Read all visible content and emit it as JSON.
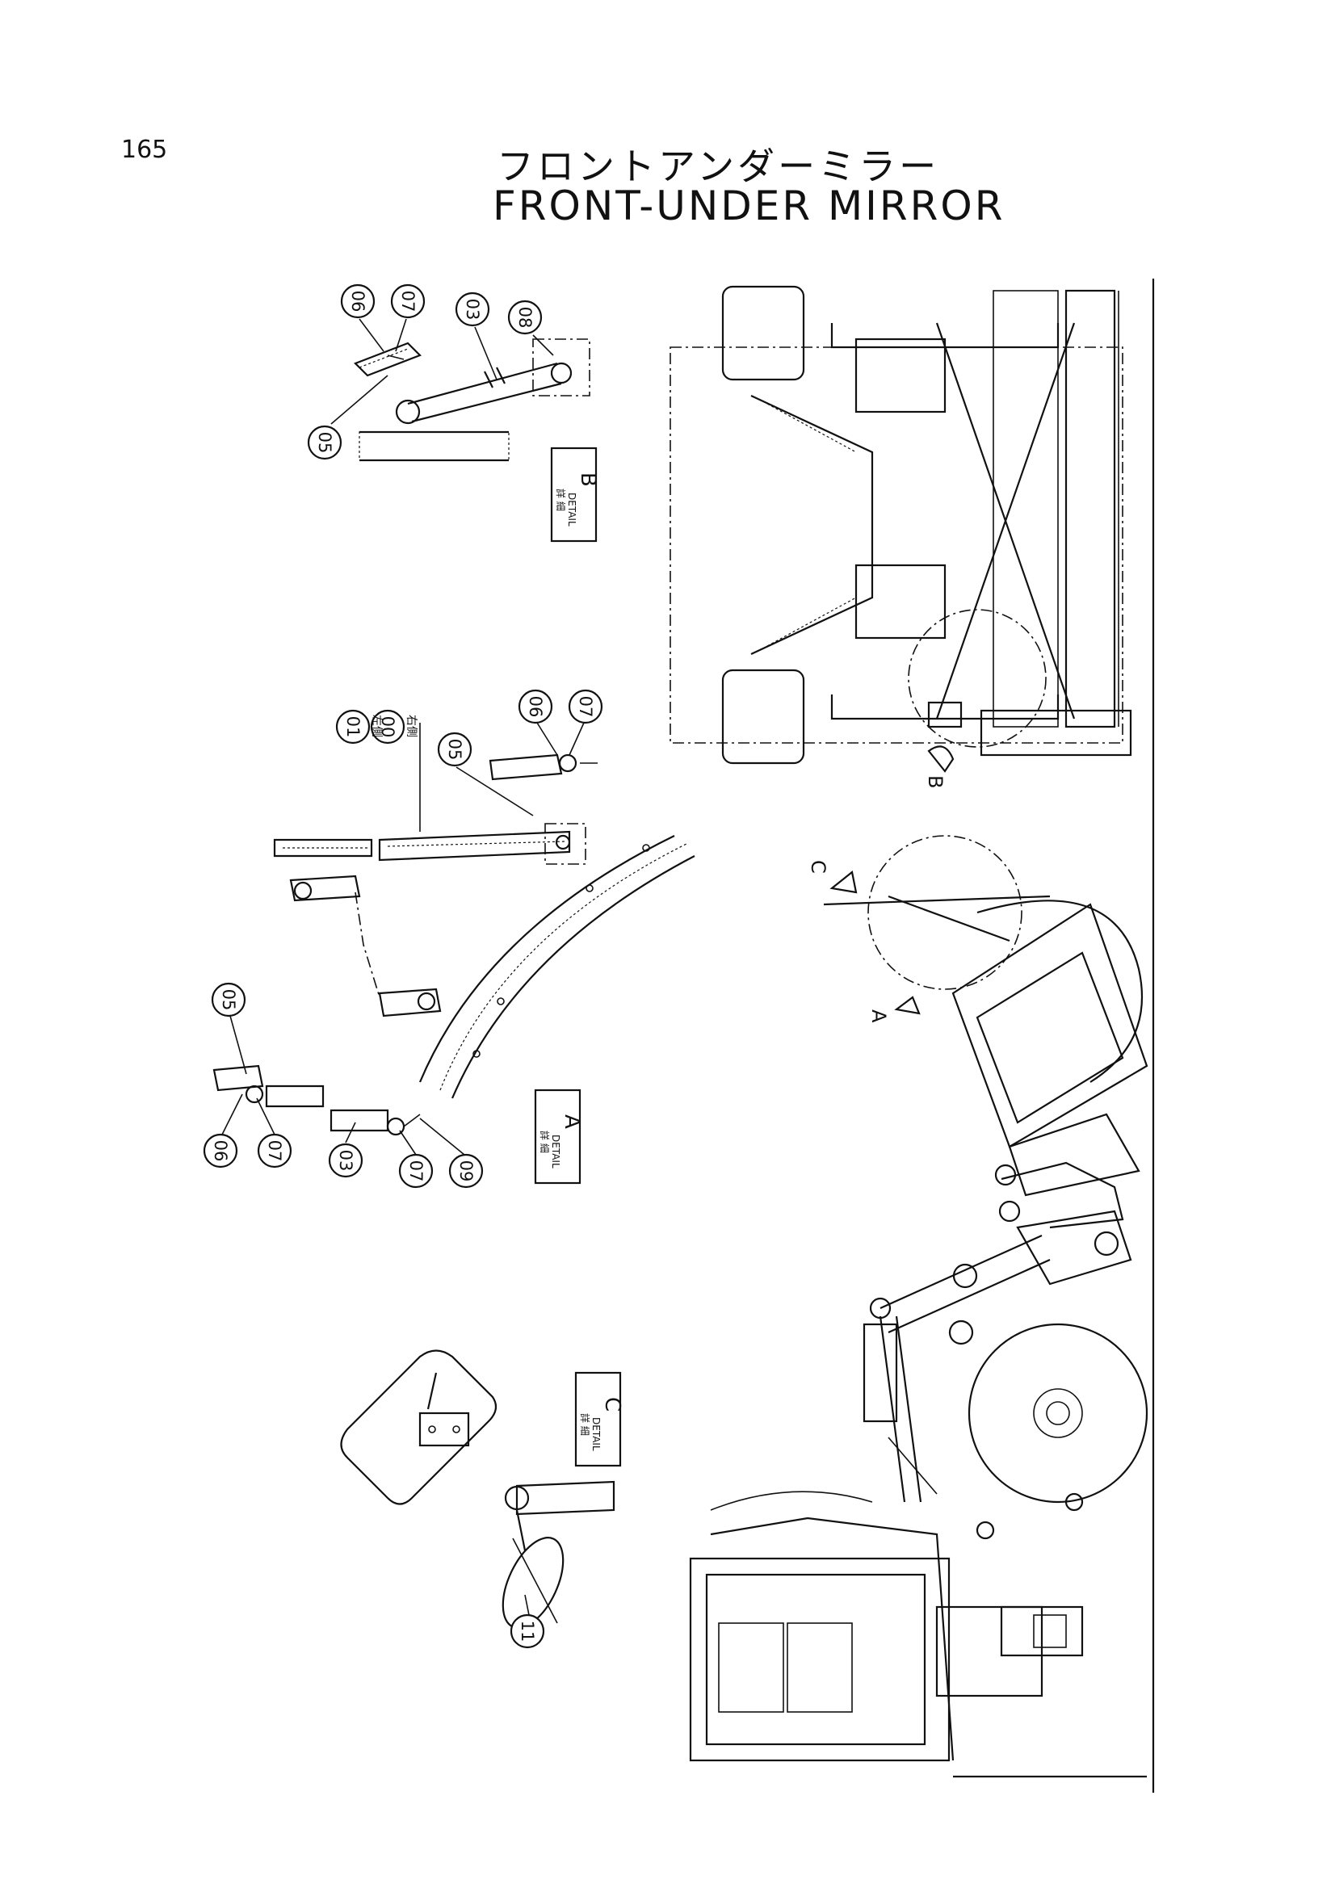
{
  "page_number": "165",
  "title": {
    "japanese": "フロントアンダーミラー",
    "english": "FRONT-UNDER MIRROR"
  },
  "details": [
    {
      "kanji": "詳 細",
      "label": "DETAIL",
      "letter": "B"
    },
    {
      "kanji": "詳 細",
      "label": "DETAIL",
      "letter": "A"
    },
    {
      "kanji": "詳 細",
      "label": "DETAIL",
      "letter": "C"
    }
  ],
  "view_markers": {
    "a": "A",
    "b": "B",
    "c": "C"
  },
  "callouts": {
    "b_06": "06",
    "b_07": "07",
    "b_03": "03",
    "b_08": "08",
    "b_05": "05",
    "a_01": "01",
    "a_00": "00",
    "a_05_top": "05",
    "a_06_top": "06",
    "a_07_top": "07",
    "a_05": "05",
    "a_06": "06",
    "a_07": "07",
    "a_03": "03",
    "a_07b": "07",
    "a_09": "09",
    "c_11": "11"
  },
  "side_labels": {
    "left": "左側",
    "right": "右側"
  }
}
